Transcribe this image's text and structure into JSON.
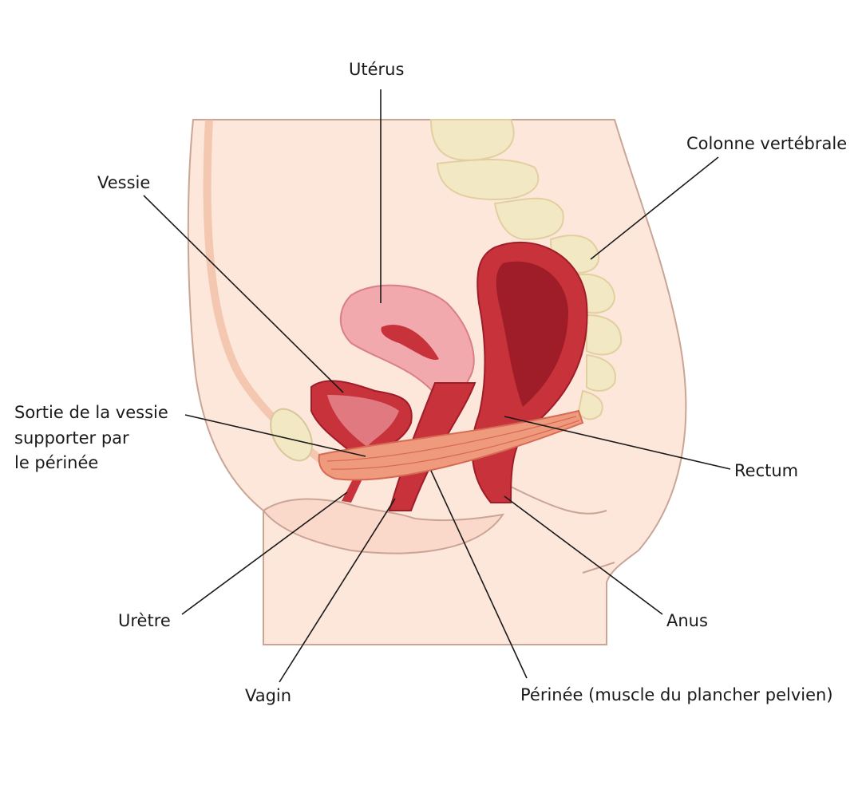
{
  "labels": {
    "uterus": "Utérus",
    "spine": "Colonne vertébrale",
    "bladder": "Vessie",
    "bladder_exit": [
      "Sortie de la vessie",
      "supporter par",
      "le périnée"
    ],
    "rectum": "Rectum",
    "urethra": "Urètre",
    "anus": "Anus",
    "vagina": "Vagin",
    "perineum": "Périnée (muscle du plancher pelvien)"
  },
  "colors": {
    "skin": "#fde6da",
    "outline": "#c9a596",
    "bone": "#f3e8c4",
    "uterus": "#f1a9ad",
    "organ": "#c8323b",
    "organ_dark": "#9e1d28",
    "muscle": "#ef9a7d"
  }
}
